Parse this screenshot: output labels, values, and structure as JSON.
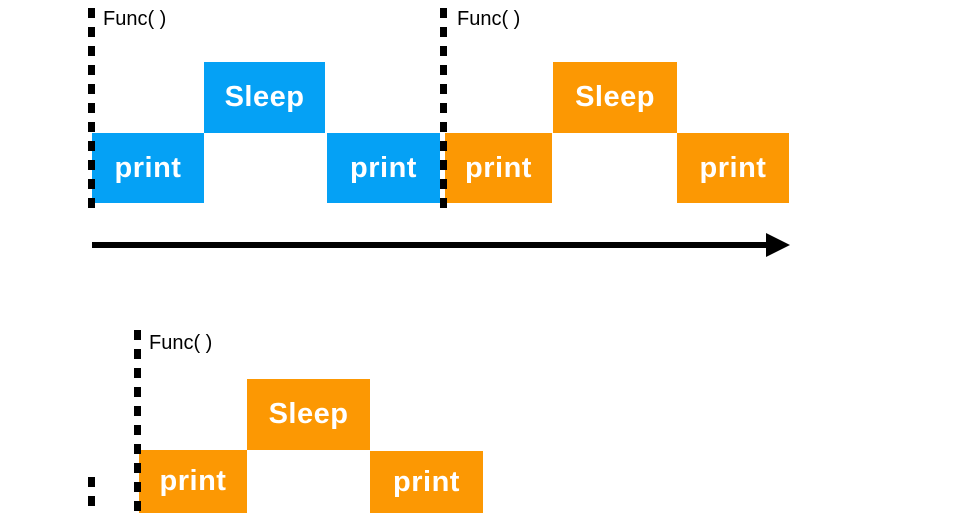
{
  "colors": {
    "blue": "#05A1F5",
    "orange": "#FC9803",
    "line": "#000000",
    "block_text": "#FFFFFF",
    "label_text": "#000000"
  },
  "top_timeline": {
    "call_blue": {
      "func_label": "Func( )",
      "blocks": [
        "print",
        "Sleep",
        "print"
      ]
    },
    "call_orange": {
      "func_label": "Func( )",
      "blocks": [
        "print",
        "Sleep",
        "print"
      ]
    }
  },
  "timeline_arrow": {
    "direction": "right"
  },
  "bottom_timeline": {
    "call_orange": {
      "func_label": "Func( )",
      "blocks": [
        "print",
        "Sleep",
        "print"
      ]
    }
  }
}
